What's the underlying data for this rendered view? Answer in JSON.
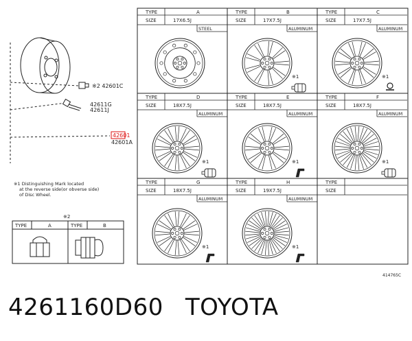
{
  "wheels": [
    {
      "type": "A",
      "size": "17X6.5J",
      "material": "STEEL"
    },
    {
      "type": "B",
      "size": "17X7.5J",
      "material": "ALUMINUM"
    },
    {
      "type": "C",
      "size": "17X7.5J",
      "material": "ALUMINUM"
    },
    {
      "type": "D",
      "size": "18X7.5J",
      "material": "ALUMINUM"
    },
    {
      "type": "E",
      "size": "18X7.5J",
      "material": "ALUMINUM"
    },
    {
      "type": "F",
      "size": "18X7.5J",
      "material": "ALUMINUM"
    },
    {
      "type": "G",
      "size": "18X7.5J",
      "material": "ALUMINUM"
    },
    {
      "type": "H",
      "size": "19X7.5J",
      "material": "ALUMINUM"
    },
    {
      "type": "",
      "size": "",
      "material": ""
    }
  ],
  "labels": {
    "type": "TYPE",
    "size": "SIZE",
    "mark": "※1",
    "note2": "※2"
  },
  "parts": {
    "lug_nut": "※2 42601C",
    "valve_1": "42611G",
    "valve_2": "42611J",
    "wheel_1": "42601",
    "wheel_2": "42601A"
  },
  "note": [
    "※1 Distinguishing Mark located",
    "at the reverse side(or obverse side)",
    "of Disc Wheel."
  ],
  "nut_types": [
    "A",
    "B"
  ],
  "diagram_code": "414765C",
  "footer": {
    "part_number": "4261160D60",
    "brand": "TOYOTA"
  }
}
